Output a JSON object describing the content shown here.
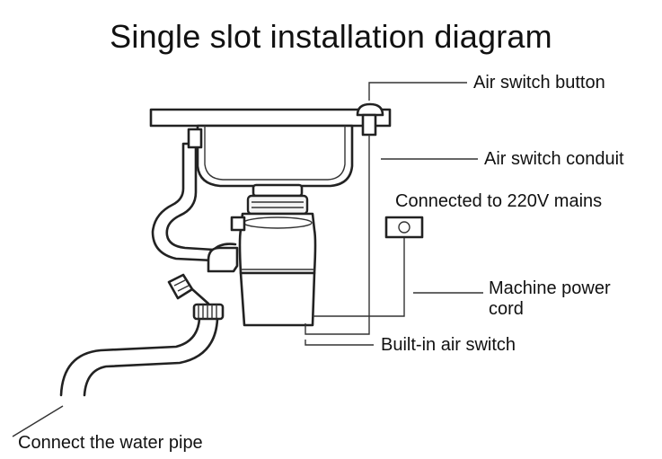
{
  "title": "Single slot installation diagram",
  "labels": {
    "air_switch_button": "Air switch button",
    "air_switch_conduit": "Air switch conduit",
    "mains": "Connected to 220V mains",
    "machine_power_cord_line1": "Machine power",
    "machine_power_cord_line2": "cord",
    "built_in_air_switch": "Built-in air switch",
    "water_pipe": "Connect the water pipe"
  }
}
